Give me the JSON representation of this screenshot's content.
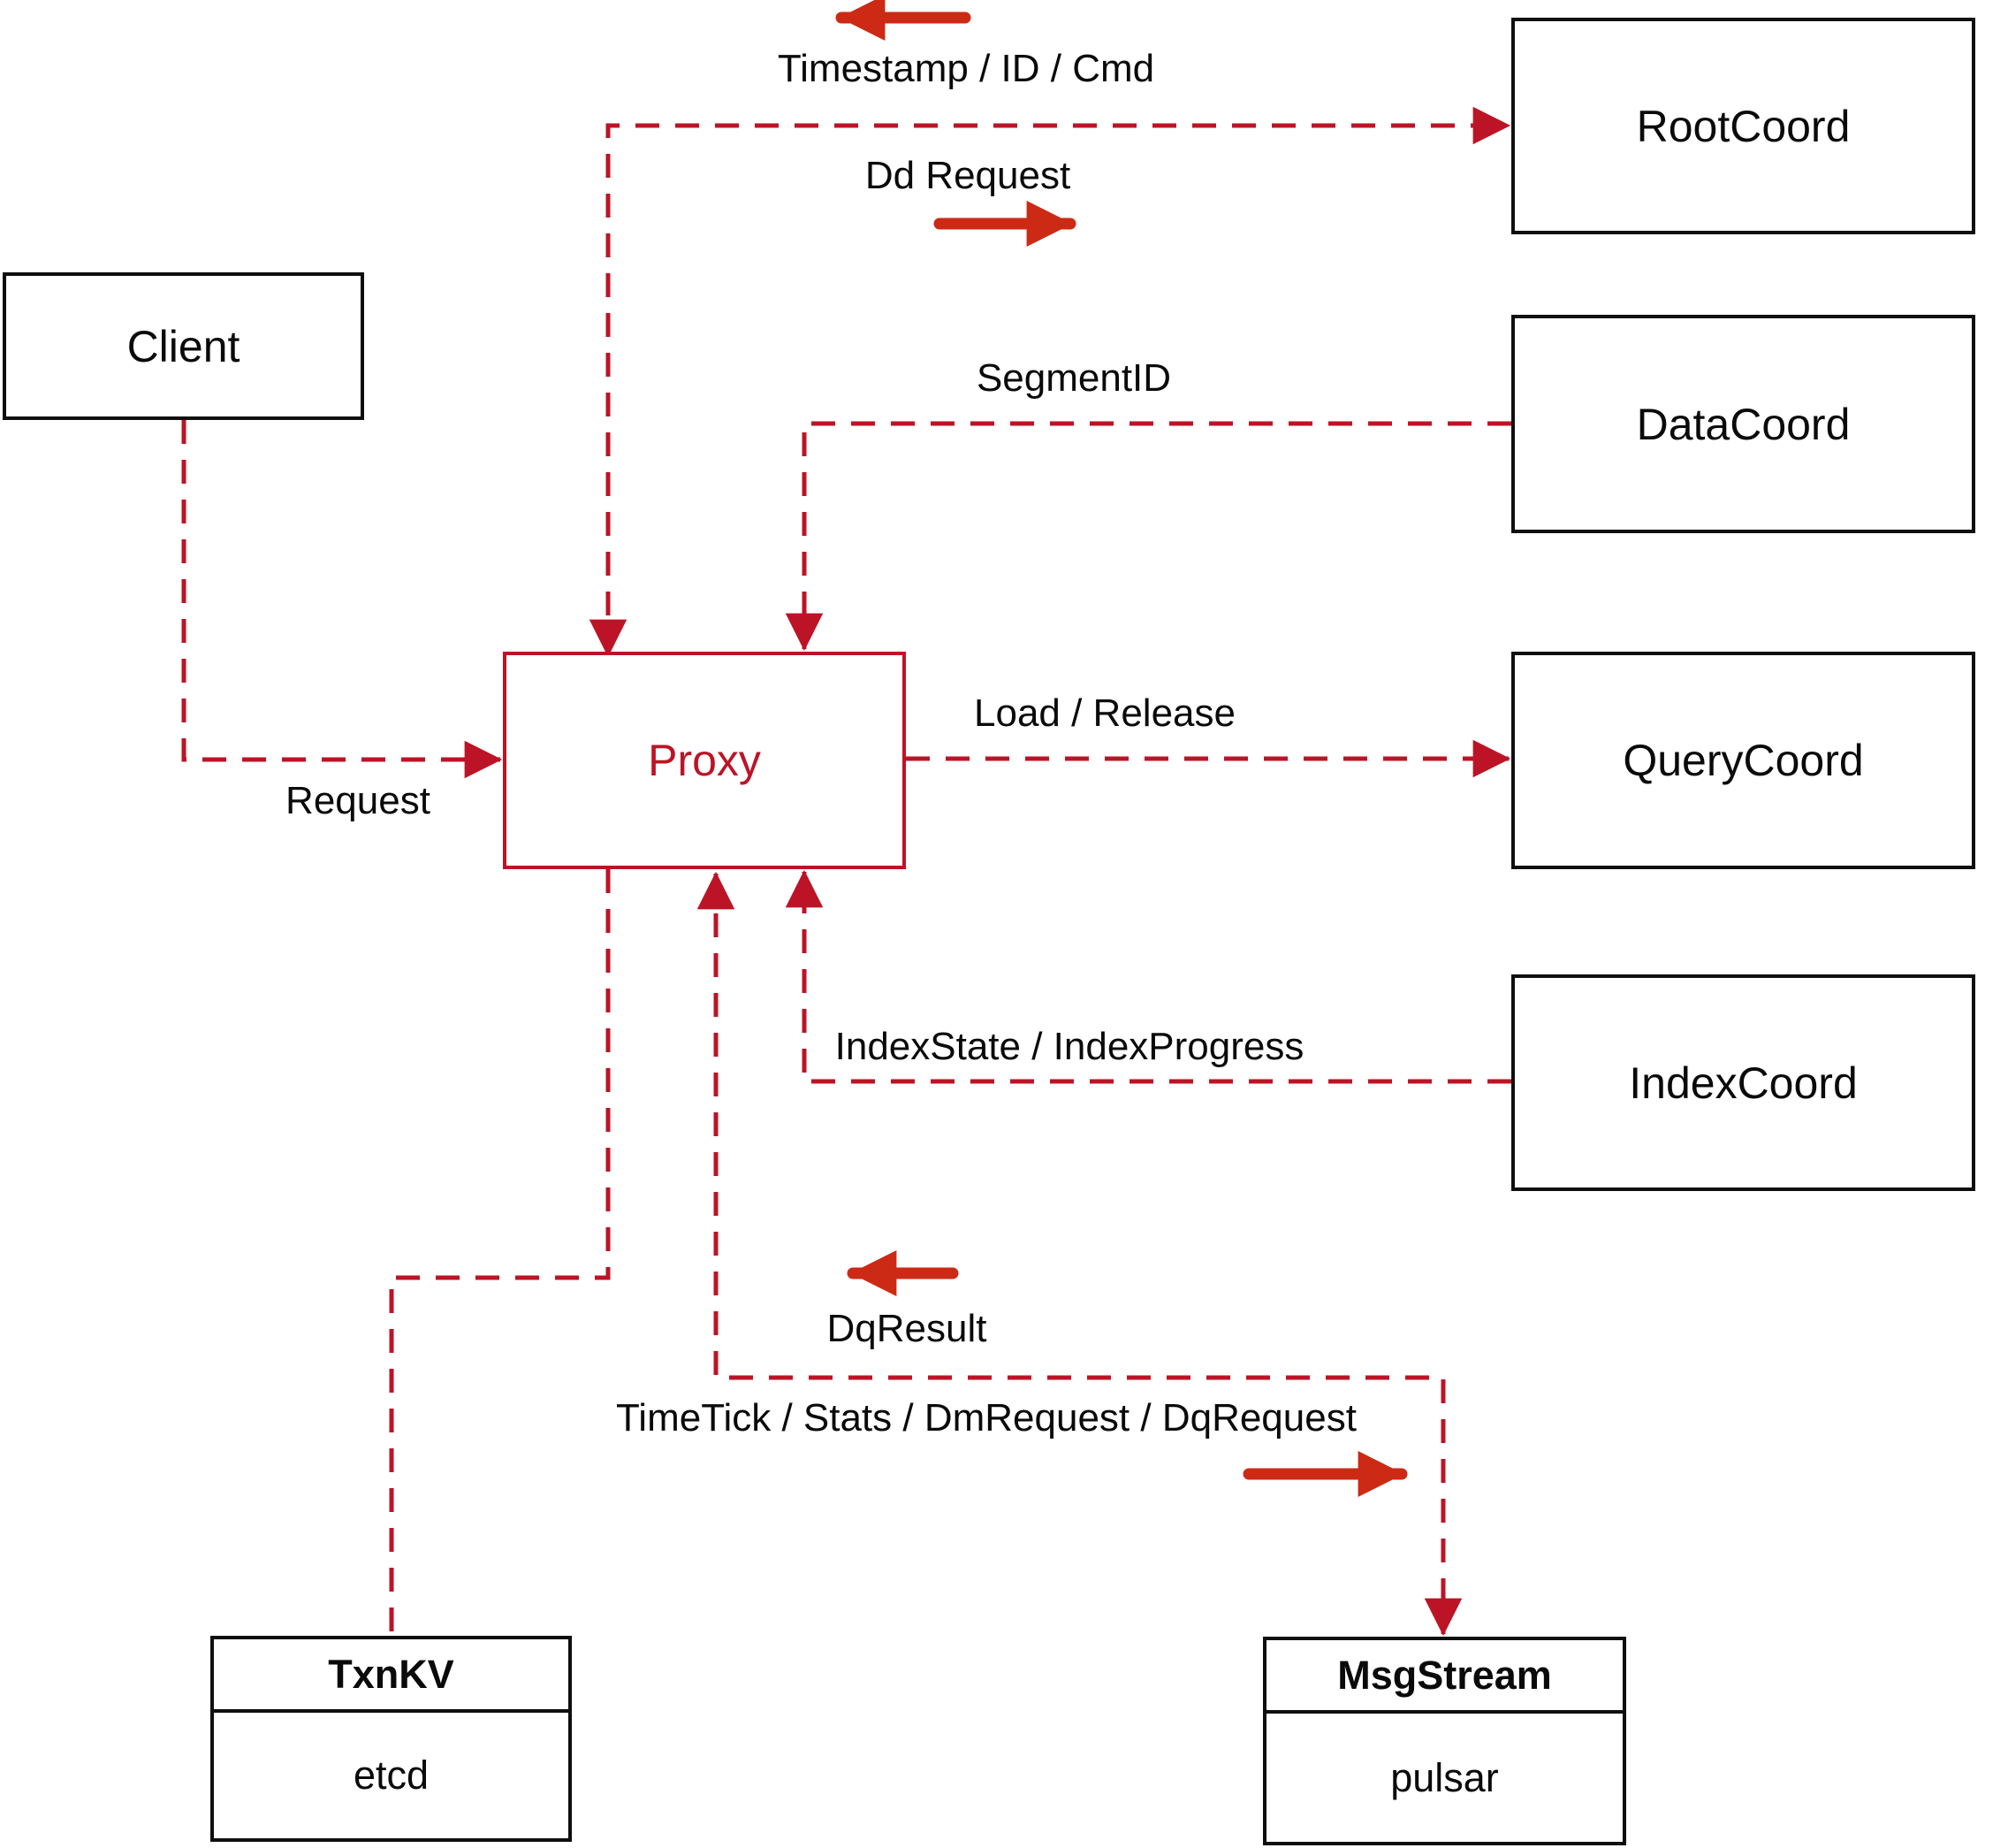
{
  "diagram": {
    "nodes": {
      "client": {
        "label": "Client"
      },
      "root_coord": {
        "label": "RootCoord"
      },
      "data_coord": {
        "label": "DataCoord"
      },
      "query_coord": {
        "label": "QueryCoord"
      },
      "index_coord": {
        "label": "IndexCoord"
      },
      "proxy": {
        "label": "Proxy"
      },
      "txn_kv": {
        "title": "TxnKV",
        "subtitle": "etcd"
      },
      "msg_stream": {
        "title": "MsgStream",
        "subtitle": "pulsar"
      }
    },
    "edge_labels": {
      "timestamp_id_cmd": "Timestamp / ID / Cmd",
      "dd_request": "Dd Request",
      "segment_id": "SegmentID",
      "request": "Request",
      "load_release": "Load / Release",
      "index_state": "IndexState / IndexProgress",
      "dq_result": "DqResult",
      "timetick": "TimeTick / Stats / DmRequest / DqRequest"
    },
    "colors": {
      "dashed_line": "#BC1426",
      "solid_label_arrow": "#CC2A15",
      "box_border": "#0F0F0F",
      "text": "#0A0A0A",
      "proxy_accent": "#BC1426",
      "background": "#FFFFFF"
    }
  }
}
